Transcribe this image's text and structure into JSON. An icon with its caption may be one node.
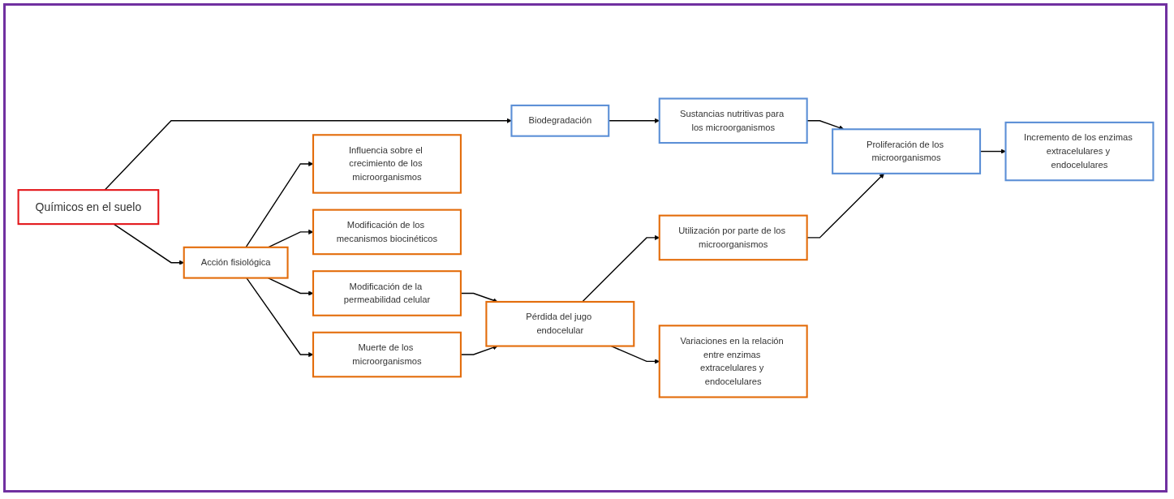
{
  "diagram": {
    "nodes": [
      {
        "text": [
          "Químicos en el suelo"
        ]
      },
      {
        "text": [
          "Biodegradación"
        ]
      },
      {
        "text": [
          "Sustancias nutritivas para los microorganismos"
        ]
      },
      {
        "text": [
          "Proliferación de los microorganismos"
        ]
      },
      {
        "text": [
          "Incremento de los enzimas extracelulares y endocelulares"
        ]
      },
      {
        "text": [
          "Influencia sobre el crecimiento de los microorganismos"
        ]
      },
      {
        "text": [
          "Utilización por parte de los microorganismos"
        ]
      },
      {
        "text": [
          "Acción fisiológica"
        ]
      },
      {
        "text": [
          "Modificación de los mecanismos biocinéticos"
        ]
      },
      {
        "text": [
          "Modificación de la permeabilidad celular"
        ]
      },
      {
        "text": [
          "Pérdida del jugo endocelular"
        ]
      },
      {
        "text": [
          "Variaciones en la relación entre enzimas extracelulares y endocelulares"
        ]
      },
      {
        "text": [
          "Muerte de los microorganismos"
        ]
      }
    ],
    "edges": [
      {
        "from": 0,
        "to": 1,
        "arrow": "to"
      },
      {
        "from": 0,
        "to": 7,
        "arrow": "to"
      },
      {
        "from": 1,
        "to": 2,
        "arrow": "to"
      },
      {
        "from": 2,
        "to": 3,
        "arrow": "to"
      },
      {
        "from": 3,
        "to": 4,
        "arrow": "to"
      },
      {
        "from": 6,
        "to": 3,
        "arrow": "to"
      },
      {
        "from": 7,
        "to": 5,
        "arrow": "to"
      },
      {
        "from": 7,
        "to": 8,
        "arrow": "to"
      },
      {
        "from": 7,
        "to": 9,
        "arrow": "to"
      },
      {
        "from": 7,
        "to": 12,
        "arrow": "to"
      },
      {
        "from": 9,
        "to": 10,
        "arrow": "to"
      },
      {
        "from": 12,
        "to": 10,
        "arrow": "to"
      },
      {
        "from": 10,
        "to": 6,
        "arrow": "to"
      },
      {
        "from": 10,
        "to": 11,
        "arrow": "to"
      }
    ]
  }
}
